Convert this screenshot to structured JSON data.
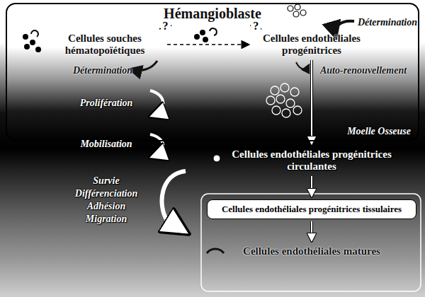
{
  "diagram": {
    "nodes": [
      {
        "text": [
          "Moelle Osseuse"
        ]
      },
      {
        "text": [
          "Hémangioblaste"
        ],
        "in": 0
      },
      {
        "text": [
          "Cellules souches hématopoïétiques"
        ],
        "in": 0
      },
      {
        "text": [
          "Cellules endothéliales progénitrices"
        ],
        "in": 0
      },
      {
        "text": [
          "Cellules endothéliales progénitrices circulantes"
        ]
      },
      {
        "text": [
          "Cellules endothéliales progénitrices tissulaires"
        ]
      },
      {
        "text": [
          "Cellules endothéliales matures"
        ]
      }
    ],
    "edges": [
      {
        "from": 1,
        "to": 2,
        "label": "?",
        "arrow": "none"
      },
      {
        "from": 1,
        "to": 3,
        "label": "?",
        "arrow": "none"
      },
      {
        "from": 2,
        "to": 3,
        "arrow": "to"
      },
      {
        "from": 3,
        "to": 4,
        "arrow": "to"
      },
      {
        "from": 4,
        "to": 5,
        "arrow": "to"
      },
      {
        "from": 5,
        "to": 6,
        "arrow": "to"
      }
    ],
    "labels": [
      "Détermination",
      "Détermination",
      "Auto-renouvellement",
      "Prolifération",
      "Mobilisation",
      "Survie",
      "Différenciation",
      "Adhésion",
      "Migration"
    ]
  }
}
